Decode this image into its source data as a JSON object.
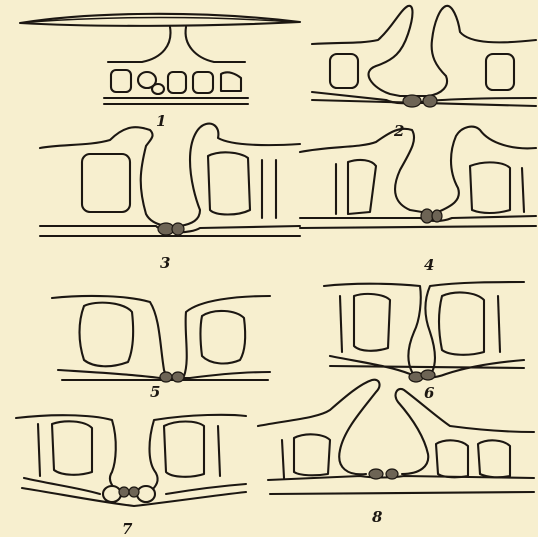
{
  "figures": [
    {
      "number": "1"
    },
    {
      "number": "2"
    },
    {
      "number": "3"
    },
    {
      "number": "4"
    },
    {
      "number": "5"
    },
    {
      "number": "6"
    },
    {
      "number": "7"
    },
    {
      "number": "8"
    }
  ],
  "colors": {
    "paper": "#f7efcf",
    "ink": "#1c1712",
    "nucleus": "#6d6455"
  }
}
